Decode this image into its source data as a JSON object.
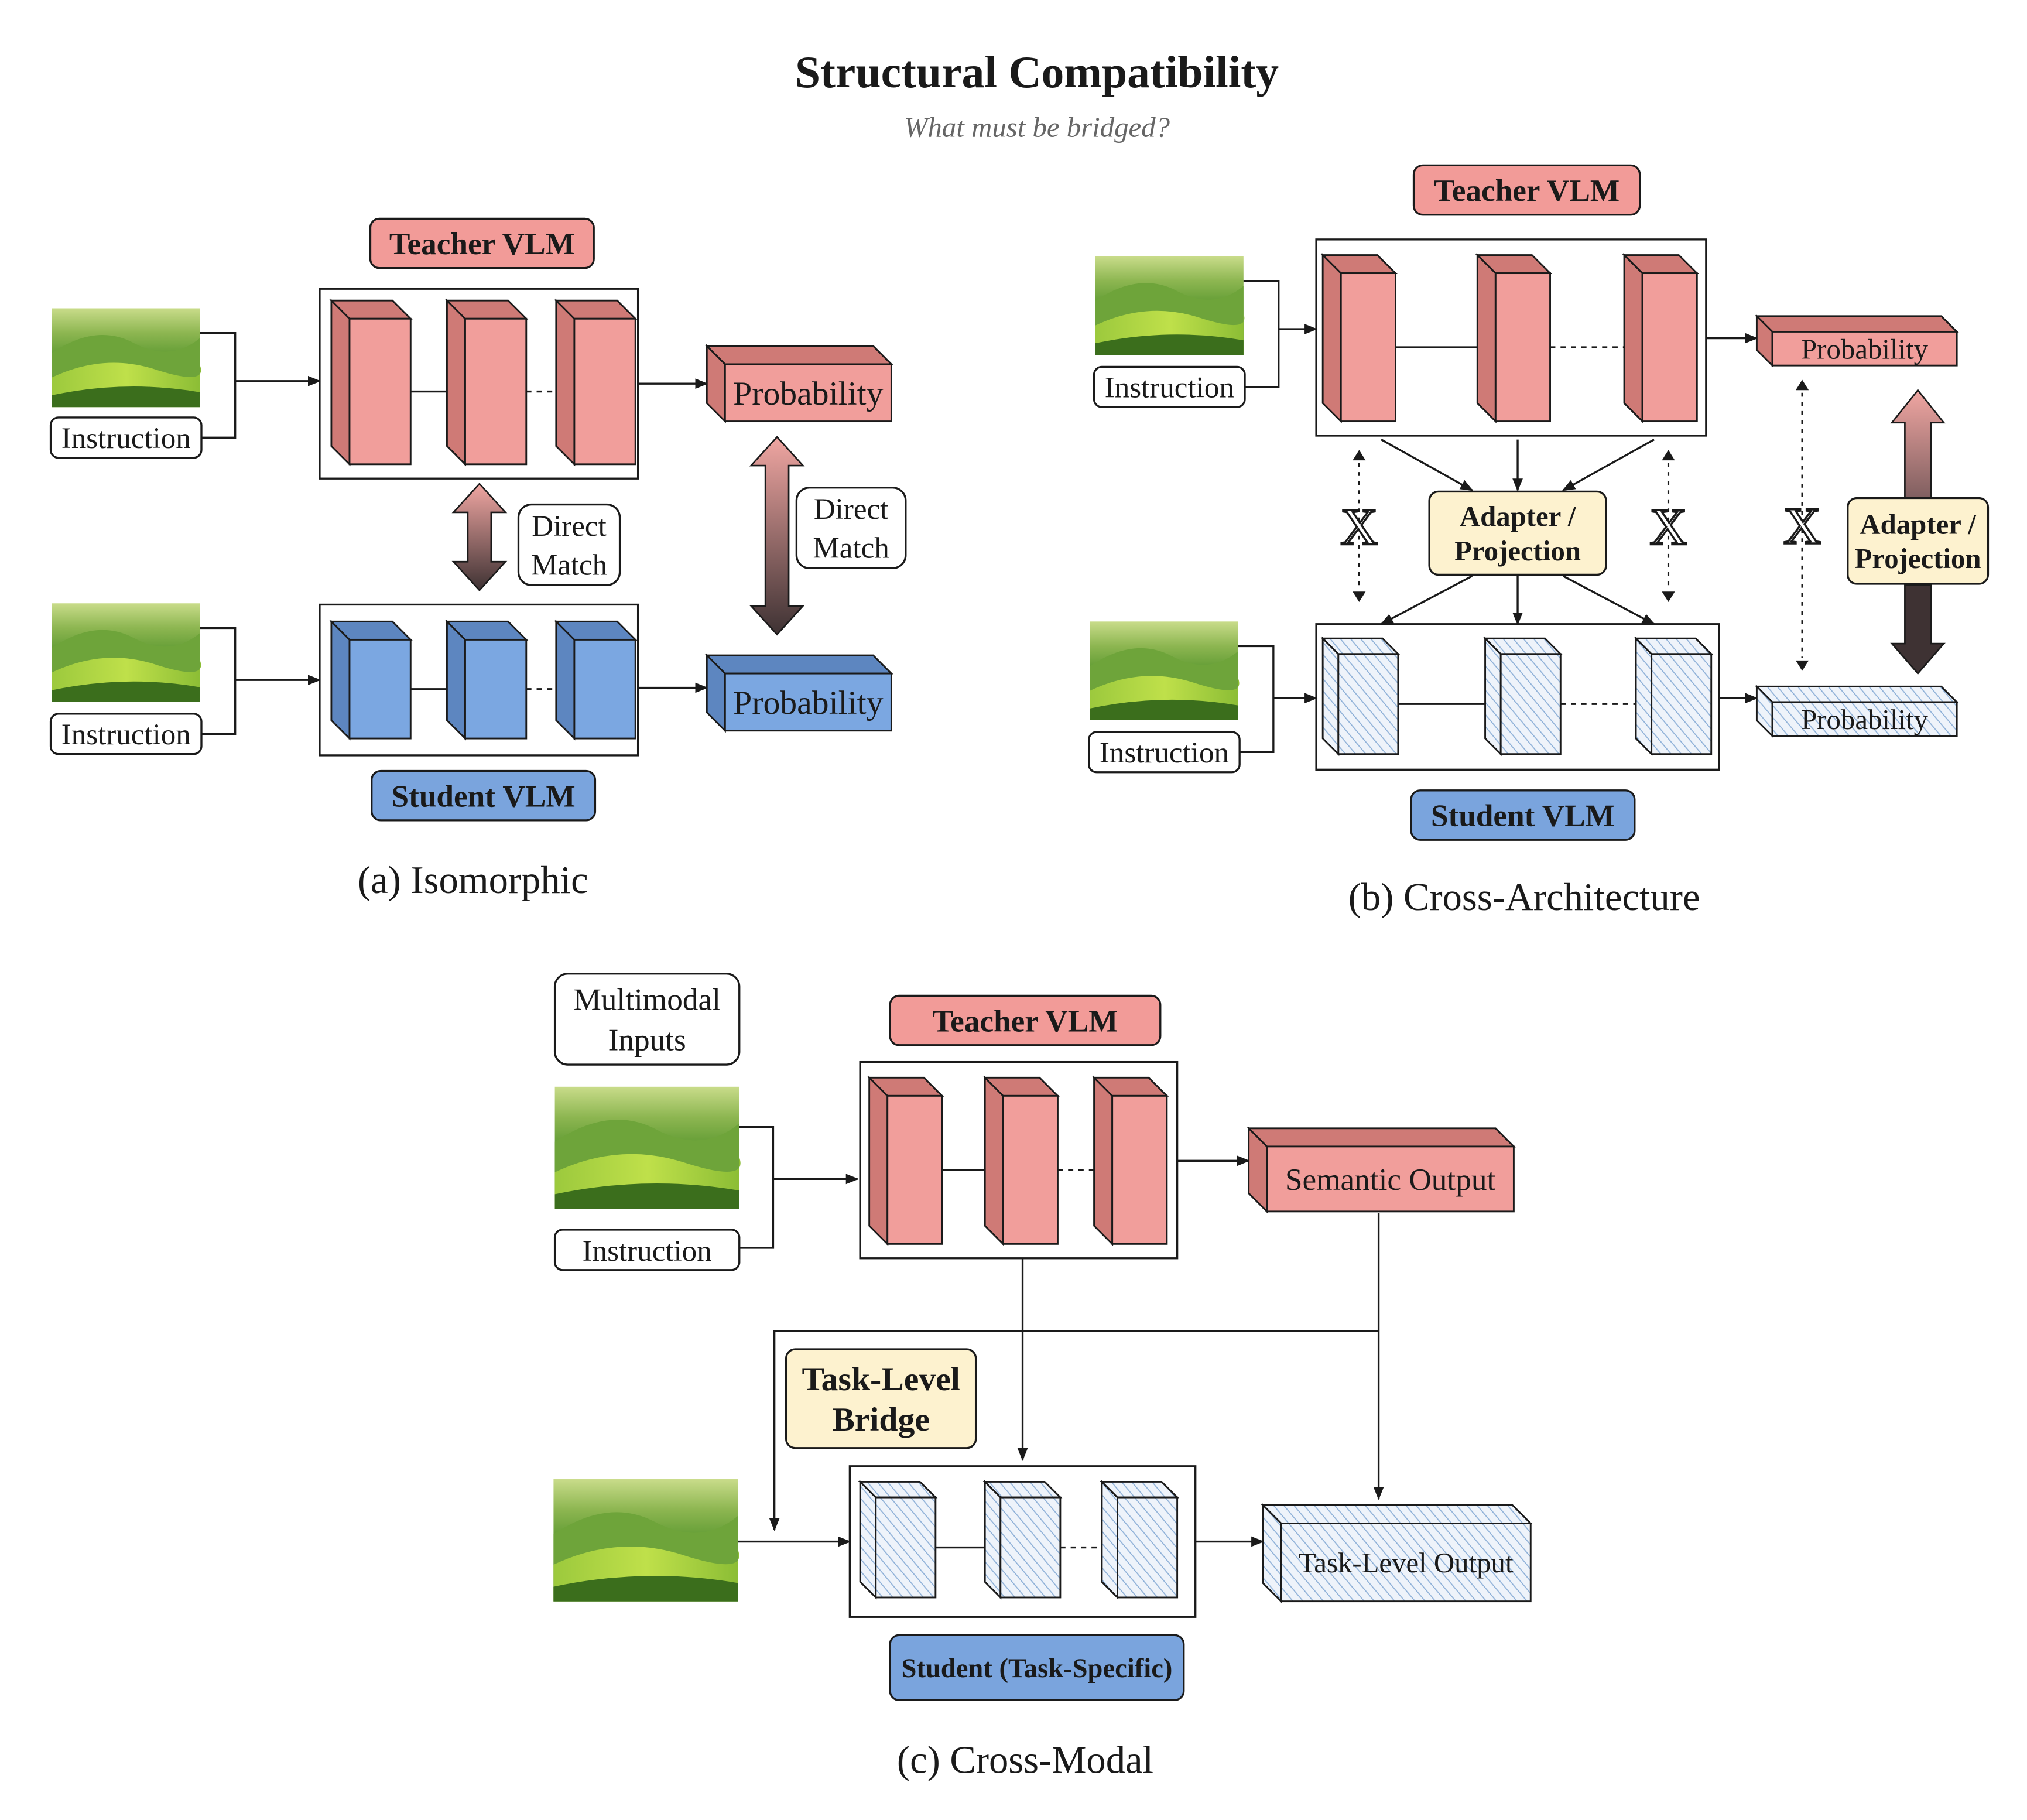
{
  "title": "Structural Compatibility",
  "subtitle": "What must be bridged?",
  "colors": {
    "teacher": "#f19e9b",
    "teacher_dark": "#cf7a76",
    "teacher_label": "#f29b98",
    "student": "#7ba7e1",
    "student_dark": "#5d86c0",
    "student_label": "#7aa4dd",
    "bridge": "#fdf2cf",
    "hatch": "#8fb1d8",
    "stroke": "#1a1a1a"
  },
  "panel_a": {
    "caption": "(a) Isomorphic",
    "teacher_label": "Teacher VLM",
    "student_label": "Student VLM",
    "teacher_input": "Instruction",
    "student_input": "Instruction",
    "teacher_output": "Probability",
    "student_output": "Probability",
    "match_left": [
      "Direct",
      "Match"
    ],
    "match_right": [
      "Direct",
      "Match"
    ]
  },
  "panel_b": {
    "caption": "(b) Cross-Architecture",
    "teacher_label": "Teacher VLM",
    "student_label": "Student VLM",
    "teacher_input": "Instruction",
    "student_input": "Instruction",
    "teacher_output": "Probability",
    "student_output": "Probability",
    "adapter_center": [
      "Adapter /",
      "Projection"
    ],
    "adapter_right": [
      "Adapter /",
      "Projection"
    ],
    "blocked_icon": "X"
  },
  "panel_c": {
    "caption": "(c) Cross-Modal",
    "inputs_label": [
      "Multimodal",
      "Inputs"
    ],
    "teacher_input": "Instruction",
    "teacher_label": "Teacher VLM",
    "teacher_output": "Semantic Output",
    "bridge_label": [
      "Task-Level",
      "Bridge"
    ],
    "student_label": "Student (Task-Specific)",
    "student_output": "Task-Level Output"
  }
}
